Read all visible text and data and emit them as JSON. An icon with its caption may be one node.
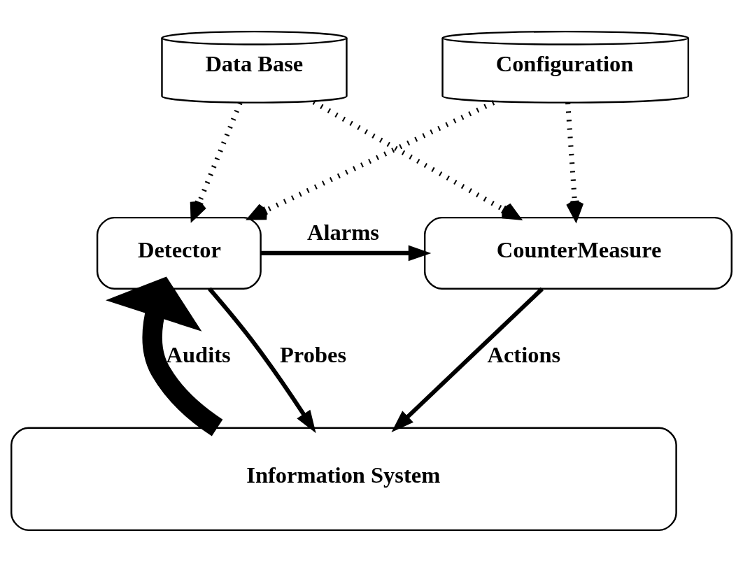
{
  "diagram": {
    "nodes": [
      {
        "text": [
          "Data Base"
        ]
      },
      {
        "text": [
          "Configuration"
        ]
      },
      {
        "text": [
          "Detector"
        ]
      },
      {
        "text": [
          "CounterMeasure"
        ]
      },
      {
        "text": [
          "Information System"
        ]
      }
    ],
    "edges": [
      {
        "from": 0,
        "to": 2,
        "arrow": "to",
        "style": "dashed"
      },
      {
        "from": 0,
        "to": 3,
        "arrow": "to",
        "style": "dashed"
      },
      {
        "from": 1,
        "to": 2,
        "arrow": "to",
        "style": "dashed"
      },
      {
        "from": 1,
        "to": 3,
        "arrow": "to",
        "style": "dashed"
      },
      {
        "from": 2,
        "to": 3,
        "arrow": "to",
        "label": "Alarms"
      },
      {
        "from": 2,
        "to": 4,
        "arrow": "to",
        "label": "Probes"
      },
      {
        "from": 4,
        "to": 2,
        "arrow": "to",
        "label": "Audits",
        "style": "thick"
      },
      {
        "from": 3,
        "to": 4,
        "arrow": "to",
        "label": "Actions"
      }
    ]
  }
}
